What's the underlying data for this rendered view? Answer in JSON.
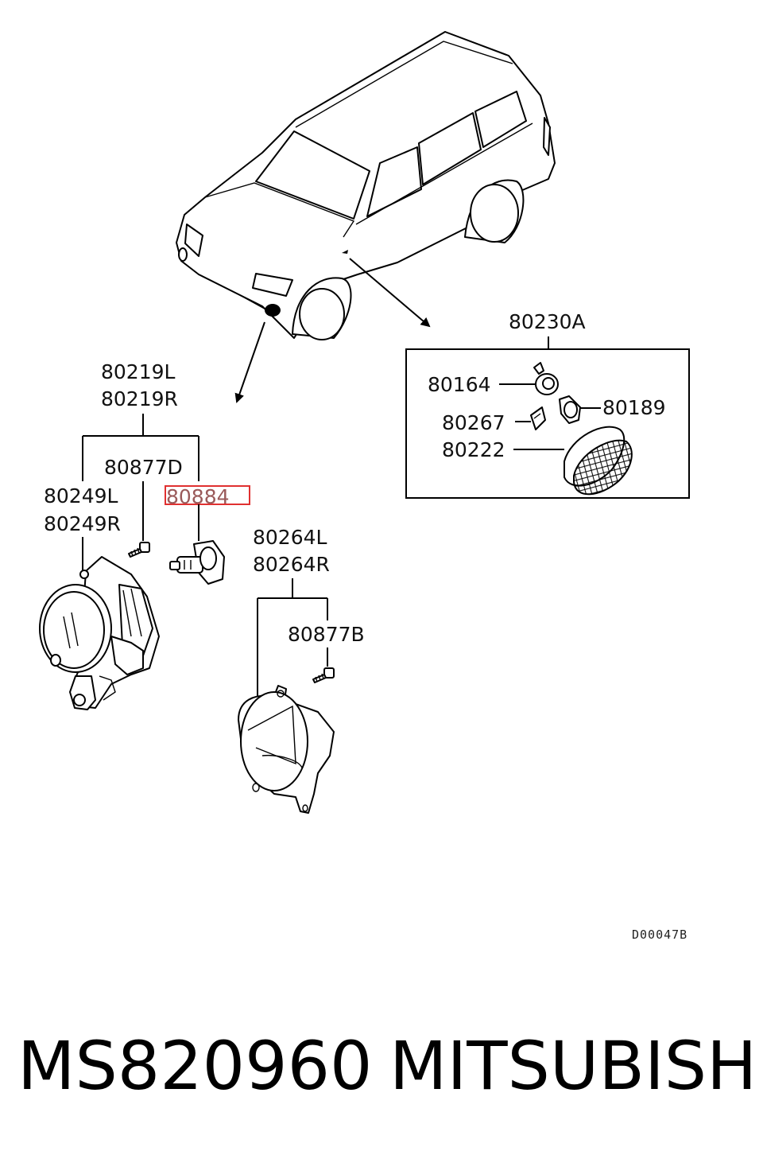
{
  "labels": {
    "p80219": [
      "80219L",
      "80219R"
    ],
    "p80877D": "80877D",
    "p80884": "80884",
    "p80249": [
      "80249L",
      "80249R"
    ],
    "p80264": [
      "80264L",
      "80264R"
    ],
    "p80877B": "80877B",
    "p80230A": "80230A",
    "p80164": "80164",
    "p80189": "80189",
    "p80267": "80267",
    "p80222": "80222",
    "diagram_code": "D00047B"
  },
  "footer": {
    "part_number": "MS820960",
    "brand": "MITSUBISHI"
  },
  "highlight": {
    "selected_part": "80884",
    "color": "#e03030"
  }
}
